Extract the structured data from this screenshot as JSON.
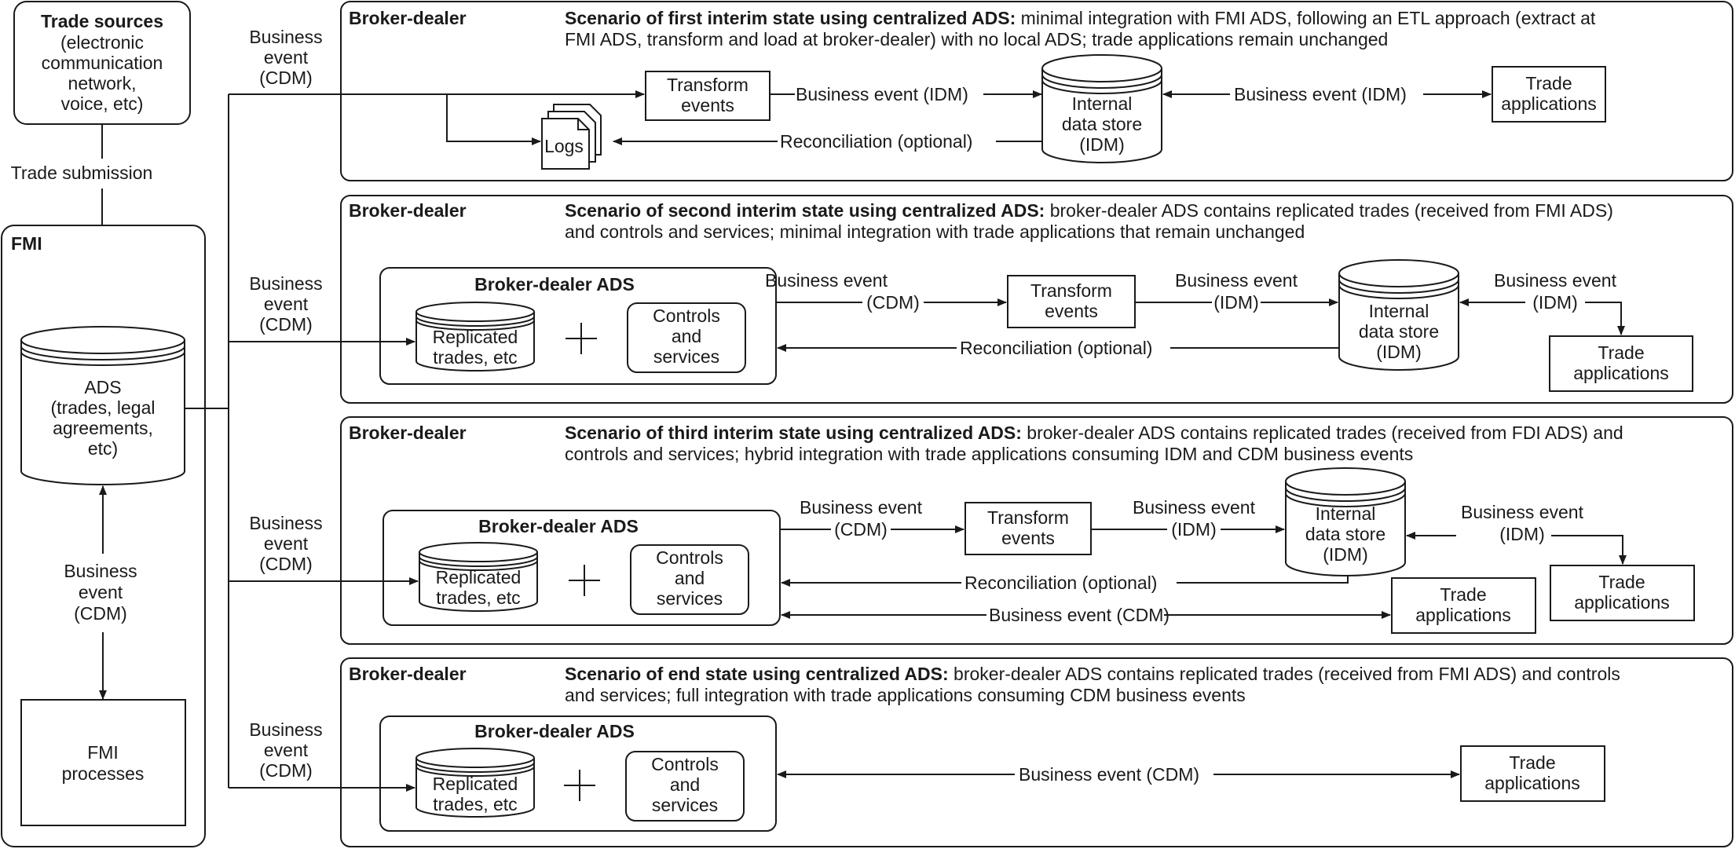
{
  "colors": {
    "ink": "#1a1a1a",
    "background": "#ffffff"
  },
  "trade_sources": {
    "title": "Trade sources",
    "lines": [
      "(electronic",
      "communication",
      "network,",
      "voice, etc)"
    ]
  },
  "trade_submission": "Trade submission",
  "fmi": {
    "title": "FMI",
    "ads_lines": [
      "ADS",
      "(trades, legal",
      "agreements,",
      "etc)"
    ],
    "event_lines": [
      "Business",
      "event",
      "(CDM)"
    ],
    "processes_lines": [
      "FMI",
      "processes"
    ]
  },
  "left_event_lines": [
    "Business",
    "event",
    "(CDM)"
  ],
  "common": {
    "broker_dealer": "Broker-dealer",
    "broker_dealer_ads": "Broker-dealer ADS",
    "replicated_lines": [
      "Replicated",
      "trades, etc"
    ],
    "controls_lines": [
      "Controls",
      "and",
      "services"
    ],
    "plus": "+",
    "transform_lines": [
      "Transform",
      "events"
    ],
    "internal_lines": [
      "Internal",
      "data store",
      "(IDM)"
    ],
    "trade_apps_lines": [
      "Trade",
      "applications"
    ],
    "reconciliation": "Reconciliation (optional)",
    "be_idm": "Business event (IDM)",
    "be_cdm": "Business event (CDM)",
    "be_word": "Business event",
    "cdm_paren": "(CDM)",
    "idm_paren": "(IDM)",
    "logs": "Logs"
  },
  "scenarios": [
    {
      "title_bold": "Scenario of first interim state using centralized ADS:",
      "line1_rest": " minimal integration with FMI ADS, following an ETL approach (extract at",
      "line2": "FMI ADS, transform and load at broker-dealer) with no local ADS; trade applications remain unchanged"
    },
    {
      "title_bold": "Scenario of second interim state using centralized ADS:",
      "line1_rest": " broker-dealer ADS contains replicated trades (received from FMI ADS)",
      "line2": "and controls and services; minimal integration with trade applications that remain unchanged"
    },
    {
      "title_bold": "Scenario of third interim state using centralized ADS:",
      "line1_rest": " broker-dealer ADS contains replicated trades (received from FDI ADS) and",
      "line2": "controls and services; hybrid integration with trade applications consuming IDM and CDM business events"
    },
    {
      "title_bold": "Scenario of end state using centralized ADS:",
      "line1_rest": " broker-dealer ADS contains replicated trades (received from FMI ADS) and controls",
      "line2": "and services; full integration with trade applications consuming CDM business events"
    }
  ]
}
